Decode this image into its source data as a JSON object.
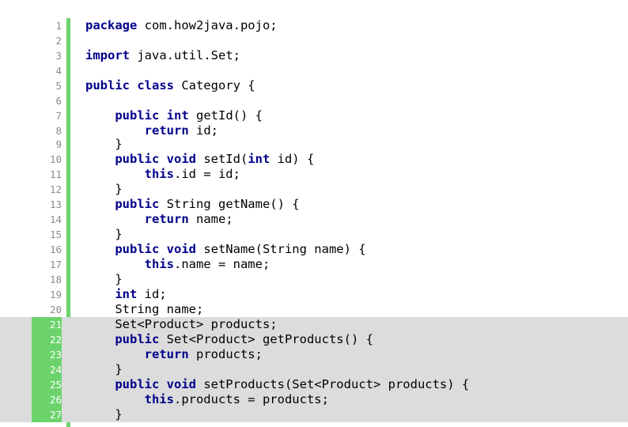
{
  "editor": {
    "accent_color": "#6cd36c",
    "highlight_color": "#dcdcdc",
    "keyword_color": "#00008b",
    "lines": [
      {
        "num": "1",
        "highlight": false,
        "tokens": [
          {
            "t": "kw",
            "v": "package"
          },
          {
            "t": "id",
            "v": " com.how2java.pojo;"
          }
        ]
      },
      {
        "num": "2",
        "highlight": false,
        "tokens": []
      },
      {
        "num": "3",
        "highlight": false,
        "tokens": [
          {
            "t": "kw",
            "v": "import"
          },
          {
            "t": "id",
            "v": " java.util.Set;"
          }
        ]
      },
      {
        "num": "4",
        "highlight": false,
        "tokens": []
      },
      {
        "num": "5",
        "highlight": false,
        "tokens": [
          {
            "t": "kw",
            "v": "public class"
          },
          {
            "t": "id",
            "v": " Category {"
          }
        ]
      },
      {
        "num": "6",
        "highlight": false,
        "tokens": []
      },
      {
        "num": "7",
        "highlight": false,
        "tokens": [
          {
            "t": "id",
            "v": "    "
          },
          {
            "t": "kw",
            "v": "public int"
          },
          {
            "t": "id",
            "v": " getId() {"
          }
        ]
      },
      {
        "num": "8",
        "highlight": false,
        "tokens": [
          {
            "t": "id",
            "v": "        "
          },
          {
            "t": "kw",
            "v": "return"
          },
          {
            "t": "id",
            "v": " id;"
          }
        ]
      },
      {
        "num": "9",
        "highlight": false,
        "tokens": [
          {
            "t": "id",
            "v": "    }"
          }
        ]
      },
      {
        "num": "10",
        "highlight": false,
        "tokens": [
          {
            "t": "id",
            "v": "    "
          },
          {
            "t": "kw",
            "v": "public void"
          },
          {
            "t": "id",
            "v": " setId("
          },
          {
            "t": "kw",
            "v": "int"
          },
          {
            "t": "id",
            "v": " id) {"
          }
        ]
      },
      {
        "num": "11",
        "highlight": false,
        "tokens": [
          {
            "t": "id",
            "v": "        "
          },
          {
            "t": "kw",
            "v": "this"
          },
          {
            "t": "id",
            "v": ".id = id;"
          }
        ]
      },
      {
        "num": "12",
        "highlight": false,
        "tokens": [
          {
            "t": "id",
            "v": "    }"
          }
        ]
      },
      {
        "num": "13",
        "highlight": false,
        "tokens": [
          {
            "t": "id",
            "v": "    "
          },
          {
            "t": "kw",
            "v": "public"
          },
          {
            "t": "id",
            "v": " String getName() {"
          }
        ]
      },
      {
        "num": "14",
        "highlight": false,
        "tokens": [
          {
            "t": "id",
            "v": "        "
          },
          {
            "t": "kw",
            "v": "return"
          },
          {
            "t": "id",
            "v": " name;"
          }
        ]
      },
      {
        "num": "15",
        "highlight": false,
        "tokens": [
          {
            "t": "id",
            "v": "    }"
          }
        ]
      },
      {
        "num": "16",
        "highlight": false,
        "tokens": [
          {
            "t": "id",
            "v": "    "
          },
          {
            "t": "kw",
            "v": "public void"
          },
          {
            "t": "id",
            "v": " setName(String name) {"
          }
        ]
      },
      {
        "num": "17",
        "highlight": false,
        "tokens": [
          {
            "t": "id",
            "v": "        "
          },
          {
            "t": "kw",
            "v": "this"
          },
          {
            "t": "id",
            "v": ".name = name;"
          }
        ]
      },
      {
        "num": "18",
        "highlight": false,
        "tokens": [
          {
            "t": "id",
            "v": "    }"
          }
        ]
      },
      {
        "num": "19",
        "highlight": false,
        "tokens": [
          {
            "t": "id",
            "v": "    "
          },
          {
            "t": "kw",
            "v": "int"
          },
          {
            "t": "id",
            "v": " id;"
          }
        ]
      },
      {
        "num": "20",
        "highlight": false,
        "tokens": [
          {
            "t": "id",
            "v": "    String name;"
          }
        ]
      },
      {
        "num": "21",
        "highlight": true,
        "tokens": [
          {
            "t": "id",
            "v": "    Set<Product> products;"
          }
        ]
      },
      {
        "num": "22",
        "highlight": true,
        "tokens": [
          {
            "t": "id",
            "v": "    "
          },
          {
            "t": "kw",
            "v": "public"
          },
          {
            "t": "id",
            "v": " Set<Product> getProducts() {"
          }
        ]
      },
      {
        "num": "23",
        "highlight": true,
        "tokens": [
          {
            "t": "id",
            "v": "        "
          },
          {
            "t": "kw",
            "v": "return"
          },
          {
            "t": "id",
            "v": " products;"
          }
        ]
      },
      {
        "num": "24",
        "highlight": true,
        "tokens": [
          {
            "t": "id",
            "v": "    }"
          }
        ]
      },
      {
        "num": "25",
        "highlight": true,
        "tokens": [
          {
            "t": "id",
            "v": "    "
          },
          {
            "t": "kw",
            "v": "public void"
          },
          {
            "t": "id",
            "v": " setProducts(Set<Product> products) {"
          }
        ]
      },
      {
        "num": "26",
        "highlight": true,
        "tokens": [
          {
            "t": "id",
            "v": "        "
          },
          {
            "t": "kw",
            "v": "this"
          },
          {
            "t": "id",
            "v": ".products = products;"
          }
        ]
      },
      {
        "num": "27",
        "highlight": true,
        "tokens": [
          {
            "t": "id",
            "v": "    }"
          }
        ]
      }
    ]
  }
}
